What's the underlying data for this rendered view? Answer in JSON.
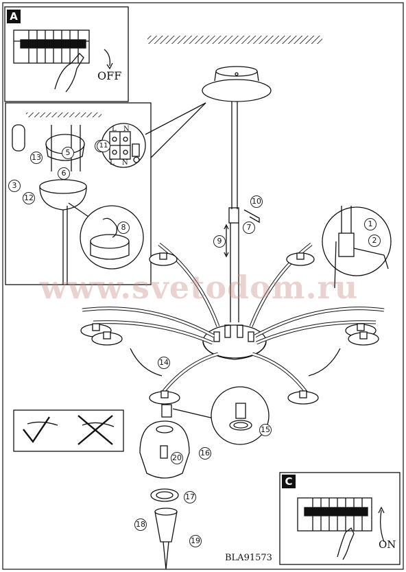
{
  "panels": {
    "a": {
      "label": "A",
      "caption": "OFF"
    },
    "c": {
      "label": "C",
      "caption": "ON"
    }
  },
  "watermark": "www.svetodom.ru",
  "model_code": "BLA91573",
  "wiring": {
    "top": [
      "L",
      "N"
    ],
    "bottom": [
      "L",
      "N"
    ]
  },
  "steps": [
    "1",
    "2",
    "3",
    "4",
    "5",
    "6",
    "7",
    "8",
    "9",
    "10",
    "11",
    "12",
    "13",
    "14",
    "15",
    "16",
    "17",
    "18",
    "19",
    "20"
  ],
  "colors": {
    "line": "#111111",
    "watermark": "#c48c84"
  }
}
